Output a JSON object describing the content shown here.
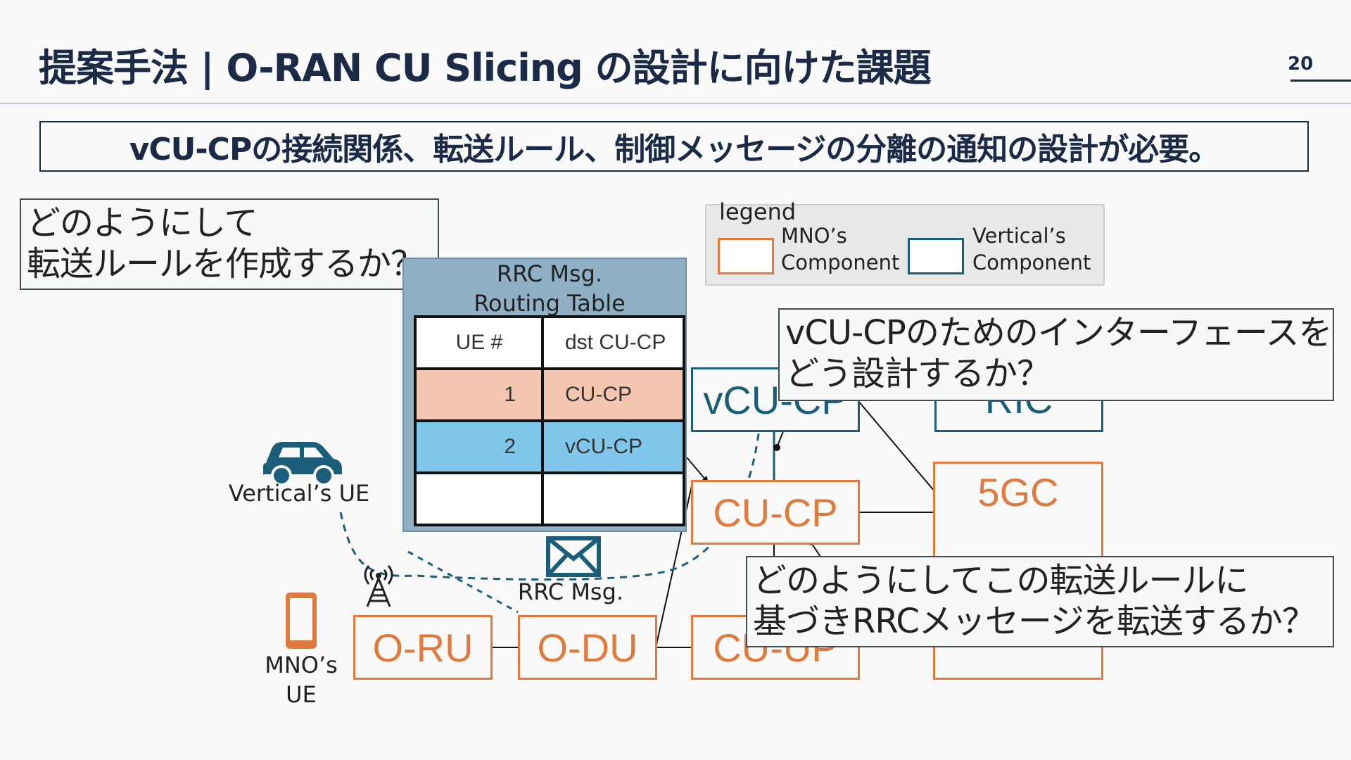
{
  "slide": {
    "title": "提案手法 | O-RAN CU Slicing の設計に向けた課題",
    "page_number": "20",
    "subtitle": "vCU-CPの接続関係、転送ルール、制御メッセージの分離の通知の設計が必要。"
  },
  "callouts": {
    "routing_rule_line1": "どのようにして",
    "routing_rule_line2": "転送ルールを作成するか？",
    "interface_line1": "vCU-CPのためのインターフェースを",
    "interface_line2": "どう設計するか？",
    "forwarding_line1": "どのようにしてこの転送ルールに",
    "forwarding_line2": "基づきRRCメッセージを転送するか？"
  },
  "legend": {
    "title": "legend",
    "mno_line1": "MNO’s",
    "mno_line2": "Component",
    "vertical_line1": "Vertical’s",
    "vertical_line2": "Component",
    "mno_color": "#e07a3d",
    "vertical_color": "#1b5e7a"
  },
  "routing_table": {
    "title_line1": "RRC Msg.",
    "title_line2": "Routing Table",
    "header": [
      "UE #",
      "dst CU-CP"
    ],
    "rows": [
      [
        "1",
        "CU-CP"
      ],
      [
        "2",
        "vCU-CP"
      ],
      [
        "",
        ""
      ]
    ]
  },
  "nodes": {
    "vcu_cp": "vCU-CP",
    "ric": "RIC",
    "cu_cp": "CU-CP",
    "fivegc": "5GC",
    "o_ru": "O-RU",
    "o_du": "O-DU",
    "cu_up": "CU-UP"
  },
  "labels": {
    "vertical_ue": "Vertical’s UE",
    "mno_ue_line1": "MNO’s",
    "mno_ue_line2": "UE",
    "rrc_msg": "RRC Msg."
  },
  "icons": [
    "car-icon",
    "smartphone-icon",
    "antenna-tower-icon",
    "envelope-icon"
  ]
}
